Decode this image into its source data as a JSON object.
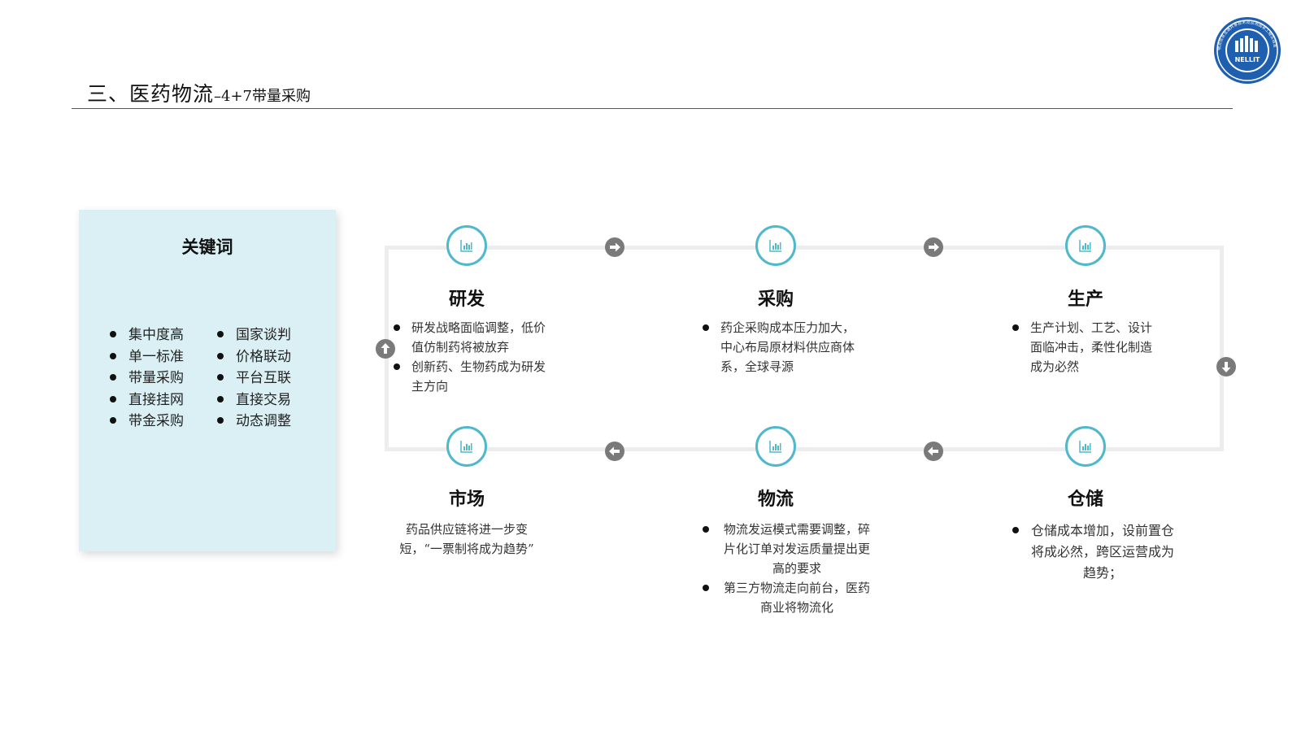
{
  "header": {
    "title": "三、医药物流",
    "subtitle": "–4+7带量采购",
    "logo_text": "NELLIT",
    "logo_ring_text": "物流信息互通共享技术及应用国家工程实验室"
  },
  "keywords": {
    "title": "关键词",
    "left": [
      "集中度高",
      "单一标准",
      "带量采购",
      "直接挂网",
      "带金采购"
    ],
    "right": [
      "国家谈判",
      "价格联动",
      "平台互联",
      "直接交易",
      "动态调整"
    ]
  },
  "stages": {
    "research": {
      "title": "研发",
      "bullets": [
        "研发战略面临调整，低价值仿制药将被放弃",
        "创新药、生物药成为研发主方向"
      ]
    },
    "purchase": {
      "title": "采购",
      "bullets": [
        "药企采购成本压力加大，中心布局原材料供应商体系，全球寻源"
      ]
    },
    "production": {
      "title": "生产",
      "bullets": [
        "生产计划、工艺、设计面临冲击，柔性化制造成为必然"
      ]
    },
    "market": {
      "title": "市场",
      "text": "药品供应链将进一步变短，“一票制将成为趋势”"
    },
    "logistics": {
      "title": "物流",
      "bullets": [
        "物流发运模式需要调整，碎片化订单对发运质量提出更高的要求",
        "第三方物流走向前台，医药商业将物流化"
      ]
    },
    "storage": {
      "title": "仓储",
      "bullets": [
        "仓储成本增加，设前置仓将成必然，跨区运营成为趋势；"
      ]
    }
  },
  "colors": {
    "accent": "#4fb8cb",
    "keyword_bg": "#daf0f5",
    "arrow": "#7a7a7a",
    "loop": "#ededed"
  },
  "icons": {
    "node": "bar-chart-icon",
    "arrow": "arrow-circle-icon"
  }
}
